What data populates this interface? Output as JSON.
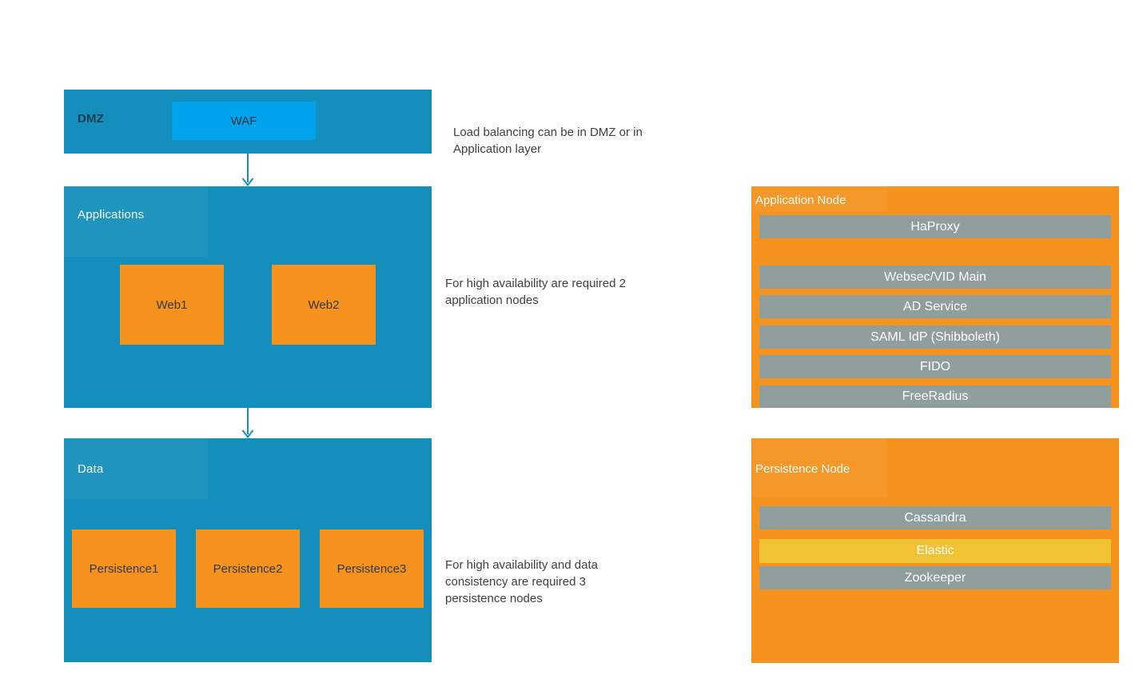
{
  "colors": {
    "layer_blue": "#148FBC",
    "waf_blue": "#00A1ED",
    "node_orange": "#F6921E",
    "service_gray": "#919E9E",
    "elastic_yellow": "#F1C233",
    "arrow_blue": "#1590BD"
  },
  "layers": {
    "dmz": {
      "label": "DMZ",
      "waf_label": "WAF"
    },
    "applications": {
      "label": "Applications",
      "nodes": [
        "Web1",
        "Web2"
      ]
    },
    "data": {
      "label": "Data",
      "nodes": [
        "Persistence1",
        "Persistence2",
        "Persistence3"
      ]
    }
  },
  "annotations": {
    "dmz_note": "Load balancing can be in DMZ or in Application layer",
    "applications_note": "For high availability are required 2 application nodes",
    "data_note": "For high availability and data consistency are required 3 persistence nodes"
  },
  "application_node": {
    "title": "Application Node",
    "services": [
      "HaProxy",
      "Websec/VID Main",
      "AD Service",
      "SAML IdP (Shibboleth)",
      "FIDO",
      "FreeRadius"
    ]
  },
  "persistence_node": {
    "title": "Persistence Node",
    "services": [
      "Cassandra",
      "Elastic",
      "Zookeeper"
    ]
  }
}
